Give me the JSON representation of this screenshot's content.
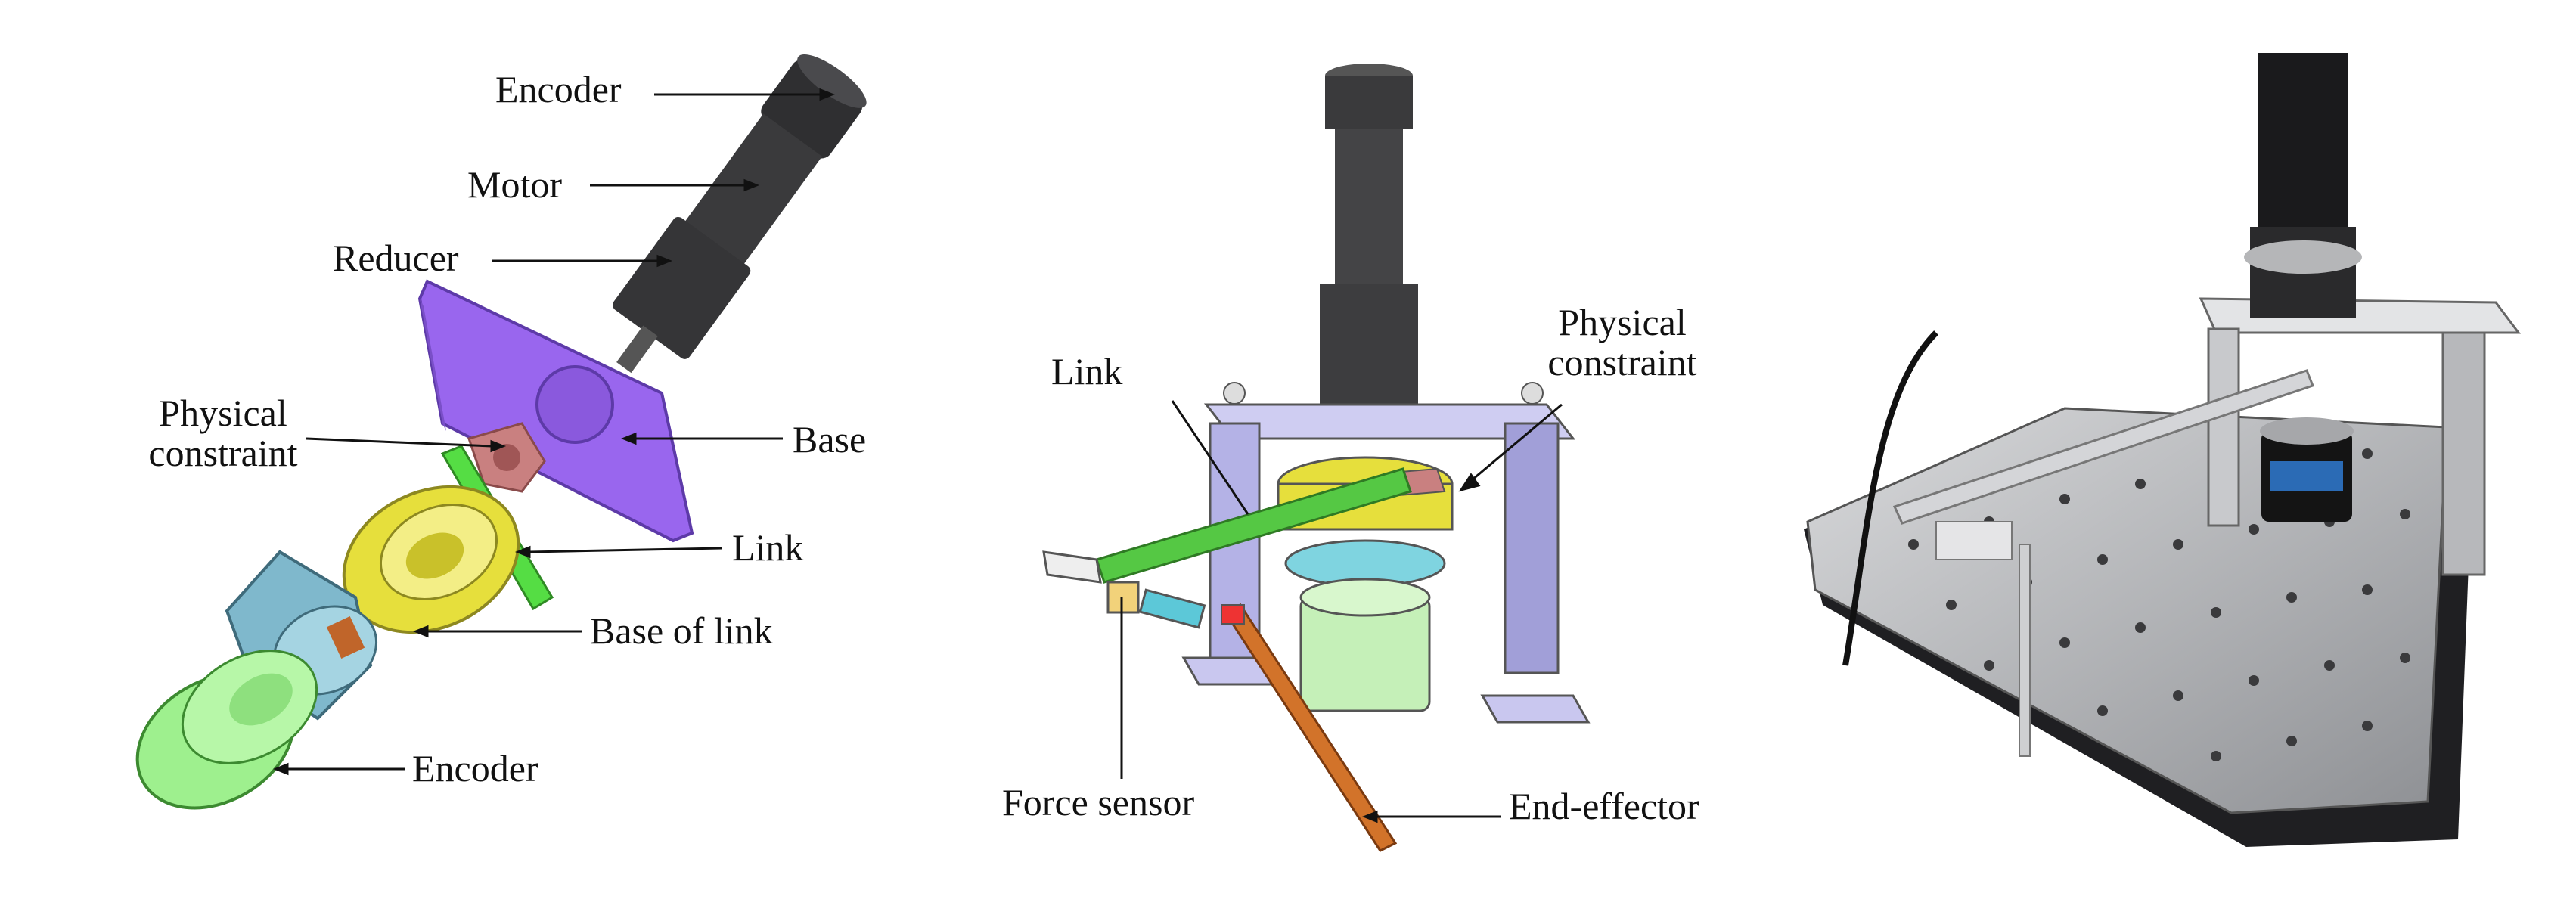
{
  "exploded_view": {
    "labels": {
      "encoder_top": "Encoder",
      "motor": "Motor",
      "reducer": "Reducer",
      "physical_constraint_line1": "Physical",
      "physical_constraint_line2": "constraint",
      "base": "Base",
      "link": "Link",
      "base_of_link": "Base of link",
      "encoder_bottom": "Encoder"
    },
    "colors": {
      "motor": "#3a3a3c",
      "base": "#9966ee",
      "physical_constraint": "#c98080",
      "link": "#55dd44",
      "base_of_link": "#e6df3c",
      "bracket": "#7fb8cc",
      "encoder_bottom": "#9ef08e"
    }
  },
  "assembly_view": {
    "labels": {
      "link": "Link",
      "physical_constraint_line1": "Physical",
      "physical_constraint_line2": "constraint",
      "force_sensor": "Force sensor",
      "end_effector": "End-effector"
    },
    "colors": {
      "frame": "#b4b2e6",
      "link": "#55c844",
      "end_effector": "#d2732a",
      "encoder": "#c5f0b8"
    }
  },
  "photo": {
    "description_icon": "photo-of-prototype"
  }
}
